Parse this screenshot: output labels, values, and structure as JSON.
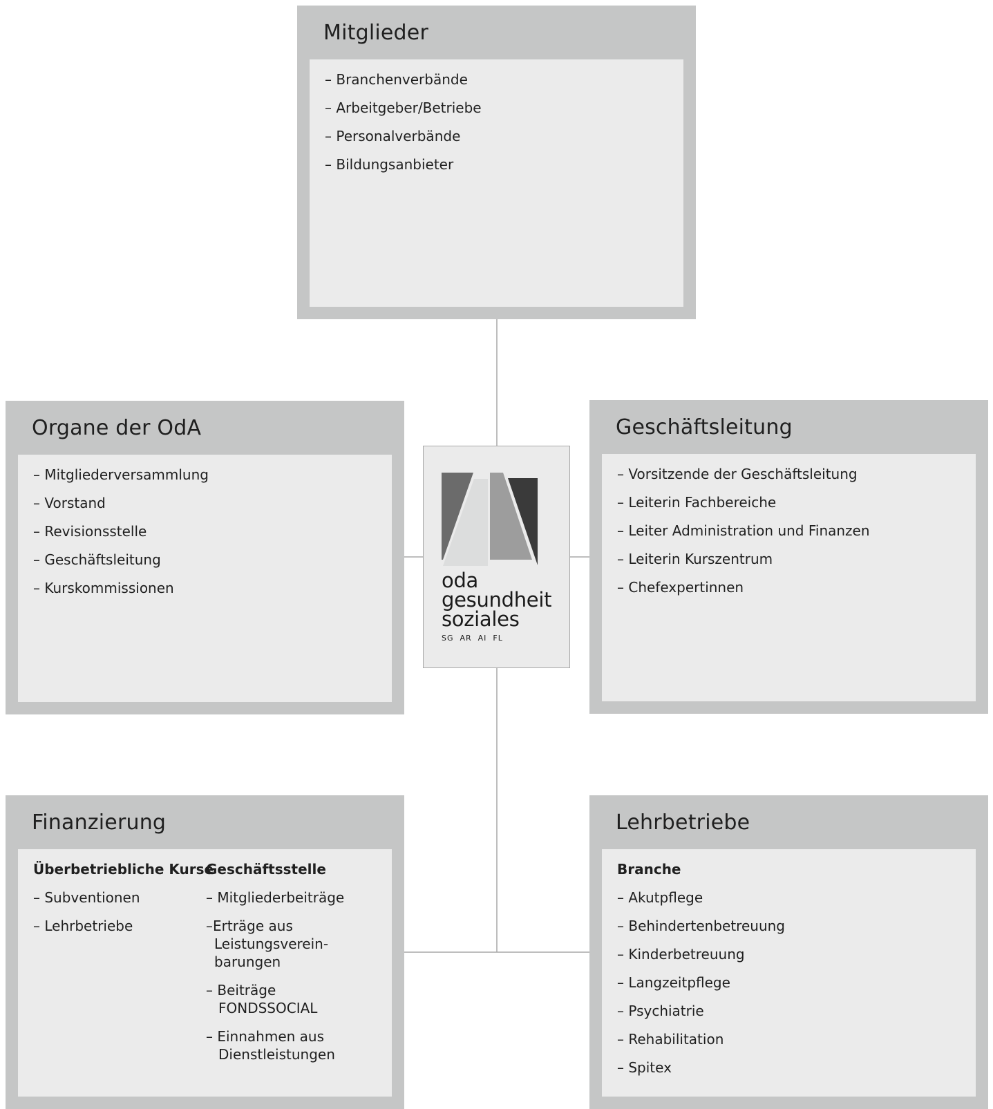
{
  "mitglieder": {
    "title": "Mitglieder",
    "items": [
      "– Branchenverbände",
      "– Arbeitgeber/Betriebe",
      "– Personalverbände",
      "– Bildungsanbieter"
    ]
  },
  "organe": {
    "title": "Organe der OdA",
    "items": [
      "– Mitgliederversammlung",
      "– Vorstand",
      "– Revisionsstelle",
      "– Geschäftsleitung",
      "– Kurskommissionen"
    ]
  },
  "geschaeftsleitung": {
    "title": "Geschäftsleitung",
    "items": [
      "– Vorsitzende der Geschäftsleitung",
      "– Leiterin Fachbereiche",
      "– Leiter Administration und Finanzen",
      "– Leiterin Kurszentrum",
      "– Chefexpertinnen"
    ]
  },
  "finanzierung": {
    "title": "Finanzierung",
    "col1_heading": "Überbetriebliche Kurse",
    "col1_items": [
      "– Subventionen",
      "– Lehrbetriebe"
    ],
    "col2_heading": "Geschäftsstelle",
    "col2_items": [
      "– Mitgliederbeiträge",
      "–Erträge aus Leistungsverein- barungen",
      "– Beiträge FONDSSOCIAL",
      "– Einnahmen aus Dienstleistungen"
    ]
  },
  "lehrbetriebe": {
    "title": "Lehrbetriebe",
    "heading": "Branche",
    "items": [
      "– Akutpflege",
      "– Behindertenbetreuung",
      "– Kinderbetreuung",
      "– Langzeitpflege",
      "– Psychiatrie",
      "– Rehabilitation",
      "– Spitex"
    ]
  },
  "logo": {
    "line1": "oda",
    "line2": "gesundheit",
    "line3": "soziales",
    "regions": "SG  AR  AI  FL",
    "colors": {
      "dark_gray": "#6b6b6b",
      "light_gray": "#dcdddd",
      "mid_gray": "#9d9d9d",
      "charcoal": "#3a3a3a"
    }
  }
}
